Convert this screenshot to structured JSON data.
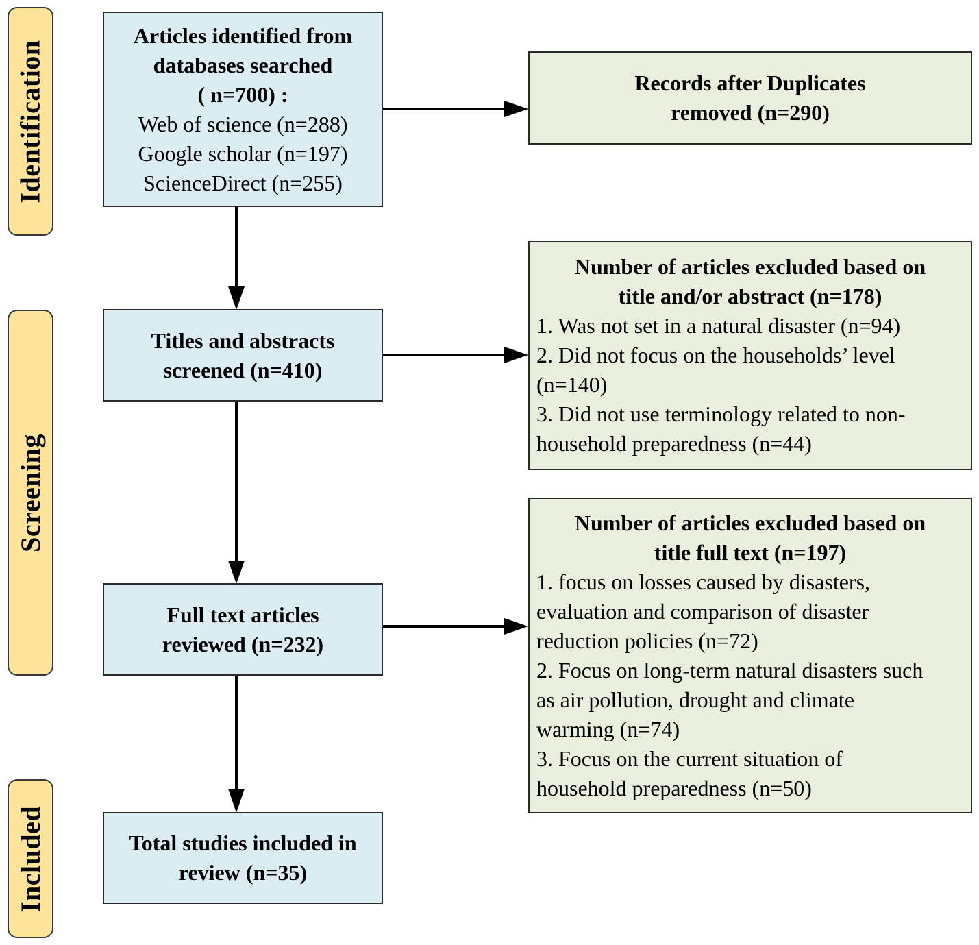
{
  "colors": {
    "stage_fill": "#fde49a",
    "left_box_fill": "#dcecf3",
    "right_box_fill": "#e9efdd",
    "stroke": "#000000"
  },
  "stages": {
    "identification": "Identification",
    "screening": "Screening",
    "included": "Included"
  },
  "boxes": {
    "identified": {
      "title_lines": [
        "Articles identified from",
        "databases searched",
        "( n=700) :"
      ],
      "sources": [
        "Web of science (n=288)",
        "Google scholar (n=197)",
        "ScienceDirect (n=255)"
      ]
    },
    "duplicates": {
      "lines": [
        "Records after Duplicates",
        "removed (n=290)"
      ]
    },
    "screened": {
      "lines": [
        "Titles and abstracts",
        "screened (n=410)"
      ]
    },
    "excluded_title": {
      "heading_lines": [
        "Number of articles excluded based on",
        "title and/or abstract (n=178)"
      ],
      "items": [
        "1. Was not set in a natural disaster (n=94)",
        "2. Did not focus on the households’  level",
        "(n=140)",
        "3. Did not use terminology related to non-",
        "household preparedness (n=44)"
      ]
    },
    "full_text": {
      "lines": [
        "Full text articles",
        "reviewed (n=232)"
      ]
    },
    "excluded_full": {
      "heading_lines": [
        "Number of articles excluded based on",
        "title full text (n=197)"
      ],
      "items": [
        "1. focus on losses caused by disasters,",
        "evaluation and comparison of disaster",
        "reduction policies (n=72)",
        "2. Focus on long-term natural disasters such",
        "as air pollution, drought and climate",
        "warming (n=74)",
        "3. Focus on the current situation of",
        "household preparedness (n=50)"
      ]
    },
    "included": {
      "lines": [
        "Total studies included in",
        "review (n=35)"
      ]
    }
  }
}
